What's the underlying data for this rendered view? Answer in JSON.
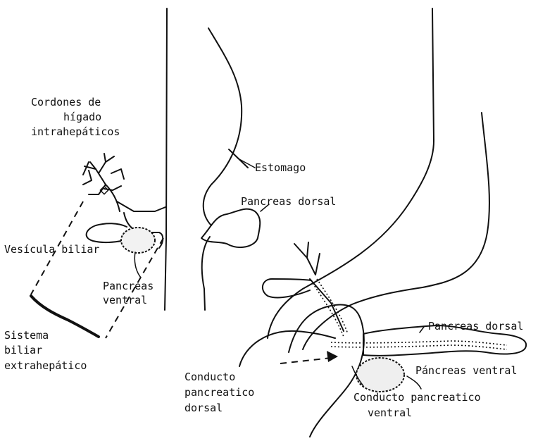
{
  "labels": {
    "cordones_line1": "Cordones de",
    "cordones_line2": "hígado",
    "cordones_line3": "intrahepáticos",
    "estomago": "Estomago",
    "pancreas_dorsal_left": "Pancreas dorsal",
    "vesicula_biliar": "Vesícula biliar",
    "pancreas_ventral_left_line1": "Pancreas",
    "pancreas_ventral_left_line2": "ventral",
    "sistema_line1": "Sistema",
    "sistema_line2": "biliar",
    "sistema_line3": "extrahepático",
    "pancreas_dorsal_right": "Pancreas dorsal",
    "pancreas_ventral_right": "Páncreas ventral",
    "conducto_dorsal_line1": "Conducto",
    "conducto_dorsal_line2": "pancreatico",
    "conducto_dorsal_line3": "dorsal",
    "conducto_ventral_line1": "Conducto pancreatico",
    "conducto_ventral_line2": "ventral"
  }
}
